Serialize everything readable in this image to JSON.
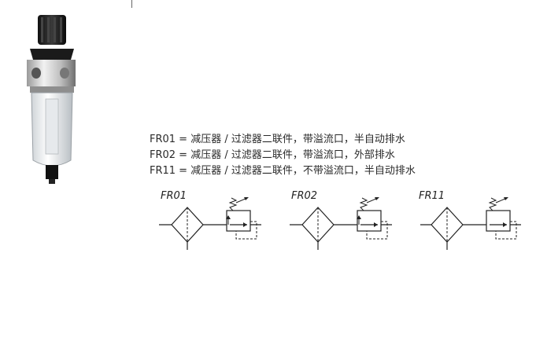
{
  "lines": [
    "FR01 = 减压器 / 过滤器二联件，带溢流口，半自动排水",
    "FR02 = 减压器 / 过滤器二联件，带溢流口，外部排水",
    "FR11 = 减压器 / 过滤器二联件，不带溢流口，半自动排水"
  ],
  "symbols": [
    {
      "label": "FR01"
    },
    {
      "label": "FR02"
    },
    {
      "label": "FR11"
    }
  ]
}
